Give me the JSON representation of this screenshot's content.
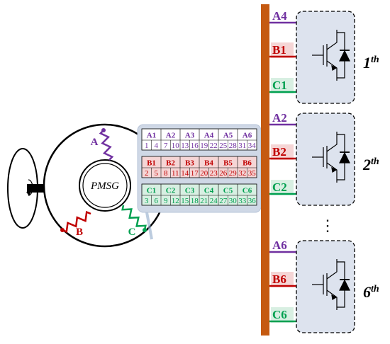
{
  "colors": {
    "phase_a": "#7030a0",
    "phase_b": "#c00000",
    "phase_c": "#00a050",
    "busbar": "#c55a11",
    "converter_fill": "#dde3ee",
    "table_fill": "#cfd8e6",
    "a_row_bg": "#ffffff",
    "b_row_bg": "#f5d5d5",
    "c_row_bg": "#d8efe2",
    "outline": "#000000"
  },
  "generator": {
    "label": "PMSG",
    "terminal_a": "A",
    "terminal_b": "B",
    "terminal_c": "C"
  },
  "table": {
    "groups": [
      {
        "phase": "A",
        "headers": [
          "A1",
          "A2",
          "A3",
          "A4",
          "A5",
          "A6"
        ],
        "slots": [
          "1",
          "4",
          "7",
          "10",
          "13",
          "16",
          "19",
          "22",
          "25",
          "28",
          "31",
          "34"
        ]
      },
      {
        "phase": "B",
        "headers": [
          "B1",
          "B2",
          "B3",
          "B4",
          "B5",
          "B6"
        ],
        "slots": [
          "2",
          "5",
          "8",
          "11",
          "14",
          "17",
          "20",
          "23",
          "26",
          "29",
          "32",
          "35"
        ]
      },
      {
        "phase": "C",
        "headers": [
          "C1",
          "C2",
          "C3",
          "C4",
          "C5",
          "C6"
        ],
        "slots": [
          "3",
          "6",
          "9",
          "12",
          "15",
          "18",
          "21",
          "24",
          "27",
          "30",
          "33",
          "36"
        ]
      }
    ]
  },
  "converters": [
    {
      "ordinal": "1",
      "suffix": "th",
      "a": "A4",
      "b": "B1",
      "c": "C1"
    },
    {
      "ordinal": "2",
      "suffix": "th",
      "a": "A2",
      "b": "B2",
      "c": "C2"
    },
    {
      "ordinal": "6",
      "suffix": "th",
      "a": "A6",
      "b": "B6",
      "c": "C6"
    }
  ],
  "ellipsis": "⋮"
}
